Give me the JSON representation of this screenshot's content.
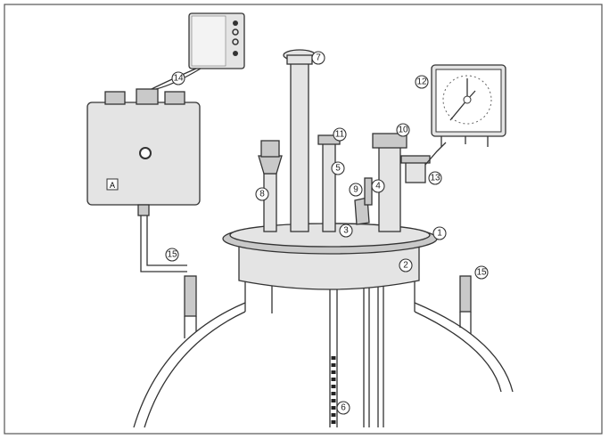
{
  "figure": {
    "control_box_label": "A",
    "callouts": [
      "1",
      "2",
      "3",
      "4",
      "5",
      "6",
      "7",
      "8",
      "9",
      "10",
      "11",
      "12",
      "13",
      "14",
      "15",
      "15"
    ]
  }
}
